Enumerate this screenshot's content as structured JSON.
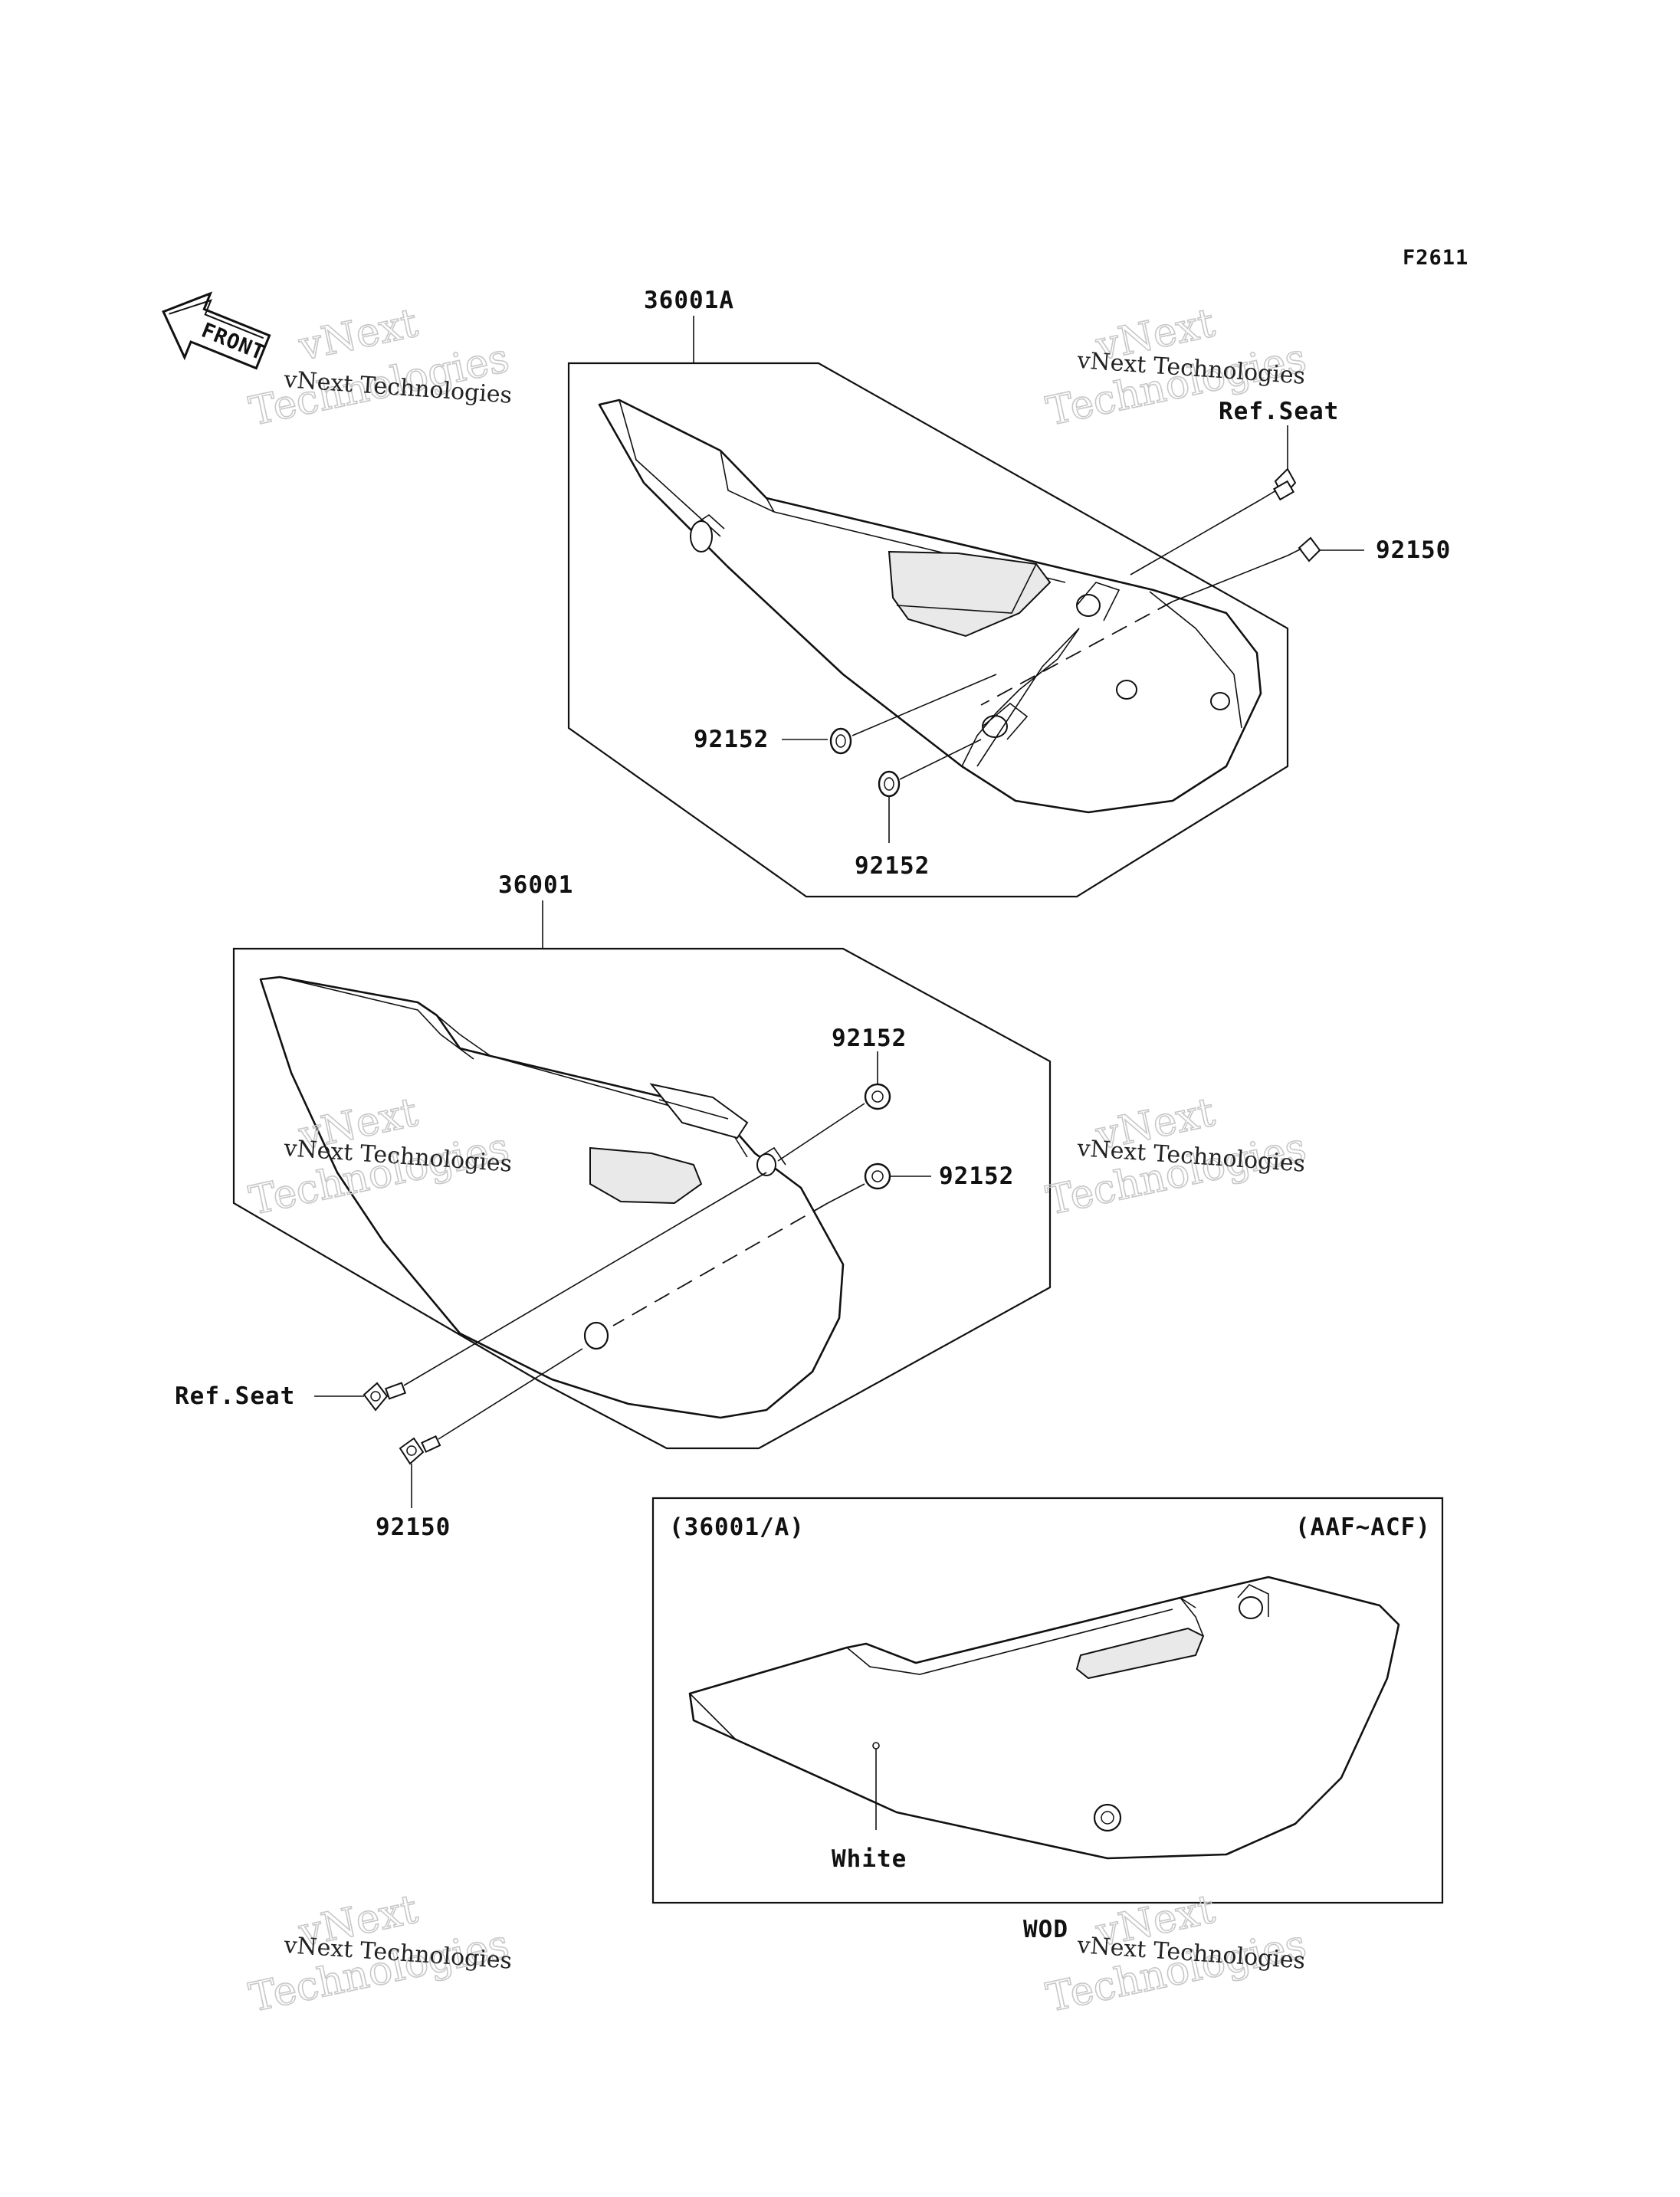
{
  "figure_code": "F2611",
  "front_arrow_label": "FRONT",
  "watermark": {
    "line1": "vNext Technologies",
    "line2": "vNext",
    "line3": "Technologies"
  },
  "labels": {
    "part_36001a": "36001A",
    "part_36001": "36001",
    "ref_seat_top": "Ref.Seat",
    "p92150_top": "92150",
    "p92152_top_left": "92152",
    "p92152_top_bottom": "92152",
    "p92152_mid_upper": "92152",
    "p92152_mid_right": "92152",
    "ref_seat_bottom": "Ref.Seat",
    "p92150_bottom": "92150",
    "inset_ref": "(36001/A)",
    "inset_range": "(AAF~ACF)",
    "color_white": "White",
    "color_code": "WOD"
  }
}
